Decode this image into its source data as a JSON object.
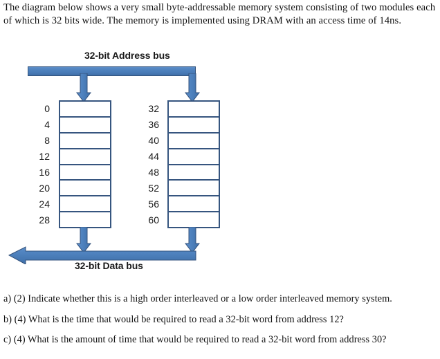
{
  "intro": {
    "text": "The diagram below shows a very small byte-addressable memory system consisting of two modules each of which is 32 bits wide.  The memory is implemented using DRAM with an access time of 14ns."
  },
  "diagram": {
    "address_bus_label": "32-bit Address bus",
    "data_bus_label": "32-bit Data bus",
    "accent_color": "#4E81BD",
    "border_color": "#36557F",
    "modules": [
      {
        "name": "module-left",
        "addresses": [
          "0",
          "4",
          "8",
          "12",
          "16",
          "20",
          "24",
          "28"
        ]
      },
      {
        "name": "module-right",
        "addresses": [
          "32",
          "36",
          "40",
          "44",
          "48",
          "52",
          "56",
          "60"
        ]
      }
    ]
  },
  "questions": [
    "a) (2) Indicate whether this is a high order interleaved or a low order interleaved memory system.",
    "b) (4) What is the time that would be required to read a 32-bit word from address 12?",
    "c) (4) What is the amount of time that would be required to read a 32-bit word from address 30?"
  ]
}
